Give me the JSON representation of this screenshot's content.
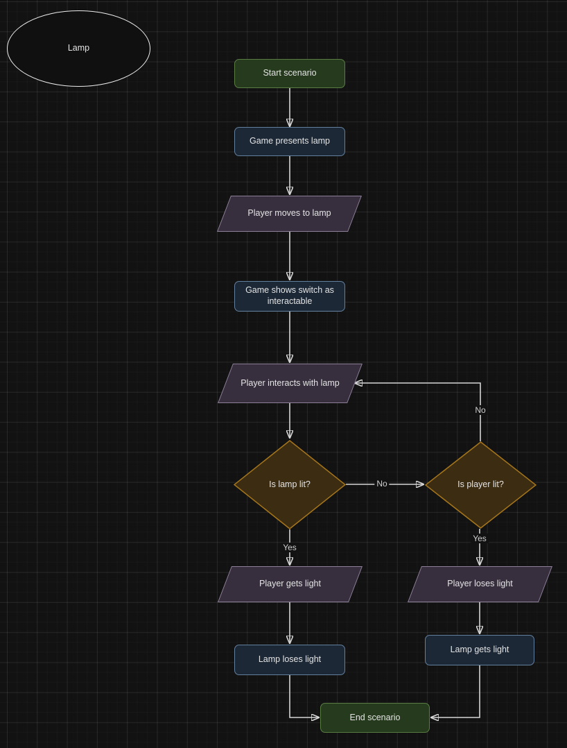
{
  "canvas": {
    "background": "#121212",
    "grid": "on"
  },
  "entity": {
    "label": "Lamp"
  },
  "colors": {
    "terminal_fill": "#263a1e",
    "terminal_border": "#5a7d44",
    "process_fill": "#1c2836",
    "process_border": "#64809f",
    "io_fill": "#372f3e",
    "io_border": "#8e8099",
    "decision_fill": "#3c2c12",
    "decision_border": "#a6761b",
    "connector": "#d6d6d6",
    "text": "#e4e4e4"
  },
  "nodes": [
    {
      "id": "start-scenario",
      "label": "Start scenario",
      "shape": "rounded-rect",
      "role": "terminal"
    },
    {
      "id": "game-presents-lamp",
      "label": "Game presents lamp",
      "shape": "rounded-rect",
      "role": "process"
    },
    {
      "id": "player-moves-to-lamp",
      "label": "Player moves to lamp",
      "shape": "parallelogram",
      "role": "io"
    },
    {
      "id": "game-shows-switch",
      "label": "Game shows switch as interactable",
      "shape": "rounded-rect",
      "role": "process"
    },
    {
      "id": "player-interacts-with-lamp",
      "label": "Player interacts with lamp",
      "shape": "parallelogram",
      "role": "io"
    },
    {
      "id": "is-lamp-lit",
      "label": "Is lamp lit?",
      "shape": "diamond",
      "role": "decision"
    },
    {
      "id": "is-player-lit",
      "label": "Is player lit?",
      "shape": "diamond",
      "role": "decision"
    },
    {
      "id": "player-gets-light",
      "label": "Player gets light",
      "shape": "parallelogram",
      "role": "io"
    },
    {
      "id": "player-loses-light",
      "label": "Player loses light",
      "shape": "parallelogram",
      "role": "io"
    },
    {
      "id": "lamp-loses-light",
      "label": "Lamp loses light",
      "shape": "rounded-rect",
      "role": "process"
    },
    {
      "id": "lamp-gets-light",
      "label": "Lamp gets light",
      "shape": "rounded-rect",
      "role": "process"
    },
    {
      "id": "end-scenario",
      "label": "End scenario",
      "shape": "rounded-rect",
      "role": "terminal"
    }
  ],
  "edges": [
    {
      "from": "start-scenario",
      "to": "game-presents-lamp",
      "label": ""
    },
    {
      "from": "game-presents-lamp",
      "to": "player-moves-to-lamp",
      "label": ""
    },
    {
      "from": "player-moves-to-lamp",
      "to": "game-shows-switch",
      "label": ""
    },
    {
      "from": "game-shows-switch",
      "to": "player-interacts-with-lamp",
      "label": ""
    },
    {
      "from": "player-interacts-with-lamp",
      "to": "is-lamp-lit",
      "label": ""
    },
    {
      "from": "is-lamp-lit",
      "to": "is-player-lit",
      "label": "No"
    },
    {
      "from": "is-lamp-lit",
      "to": "player-gets-light",
      "label": "Yes"
    },
    {
      "from": "is-player-lit",
      "to": "player-interacts-with-lamp",
      "label": "No"
    },
    {
      "from": "is-player-lit",
      "to": "player-loses-light",
      "label": "Yes"
    },
    {
      "from": "player-gets-light",
      "to": "lamp-loses-light",
      "label": ""
    },
    {
      "from": "player-loses-light",
      "to": "lamp-gets-light",
      "label": ""
    },
    {
      "from": "lamp-loses-light",
      "to": "end-scenario",
      "label": ""
    },
    {
      "from": "lamp-gets-light",
      "to": "end-scenario",
      "label": ""
    }
  ]
}
